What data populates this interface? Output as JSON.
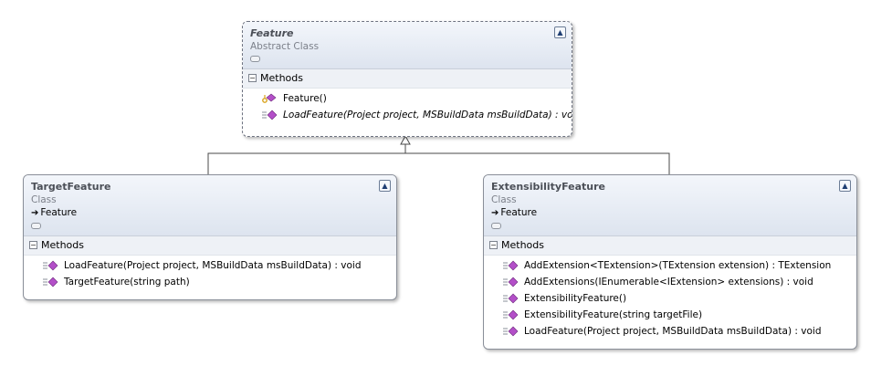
{
  "feature": {
    "name": "Feature",
    "stereotype": "Abstract Class",
    "section": "Methods",
    "members": [
      {
        "text": "Feature()",
        "icon": "protected-method-icon",
        "italic": false
      },
      {
        "text": "LoadFeature(Project project, MSBuildData msBuildData) : void",
        "icon": "public-method-icon",
        "italic": true
      }
    ]
  },
  "target": {
    "name": "TargetFeature",
    "stereotype": "Class",
    "base": "Feature",
    "section": "Methods",
    "members": [
      {
        "text": "LoadFeature(Project project, MSBuildData msBuildData) : void",
        "icon": "public-method-icon"
      },
      {
        "text": "TargetFeature(string path)",
        "icon": "public-method-icon"
      }
    ]
  },
  "extensibility": {
    "name": "ExtensibilityFeature",
    "stereotype": "Class",
    "base": "Feature",
    "section": "Methods",
    "members": [
      {
        "text": "AddExtension<TExtension>(TExtension extension) : TExtension",
        "icon": "public-method-icon"
      },
      {
        "text": "AddExtensions(IEnumerable<IExtension> extensions) : void",
        "icon": "public-method-icon"
      },
      {
        "text": "ExtensibilityFeature()",
        "icon": "public-method-icon"
      },
      {
        "text": "ExtensibilityFeature(string targetFile)",
        "icon": "public-method-icon"
      },
      {
        "text": "LoadFeature(Project project, MSBuildData msBuildData) : void",
        "icon": "public-method-icon"
      }
    ]
  },
  "colors": {
    "method_purple": "#b34fc8",
    "lines": "#4a4a4a",
    "key_gold": "#d9a21c"
  }
}
